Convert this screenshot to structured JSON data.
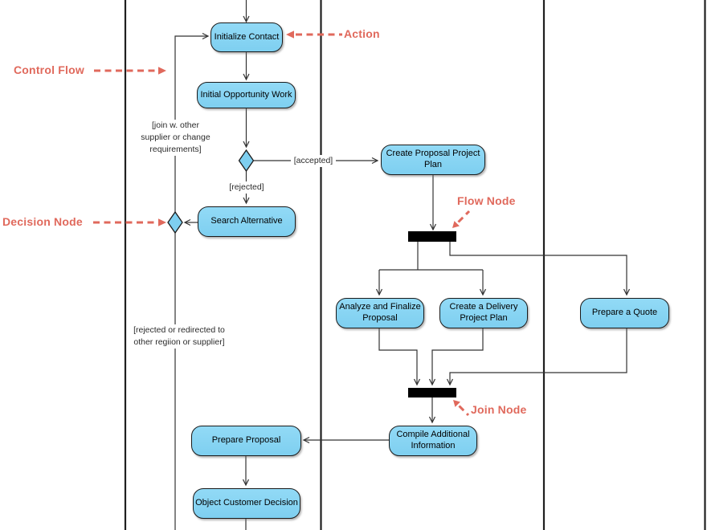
{
  "annotations": {
    "control_flow": "Control Flow",
    "action": "Action",
    "decision_node": "Decision Node",
    "flow_node": "Flow Node",
    "join_node": "Join Node"
  },
  "nodes": {
    "initialize_contact": "Initialize Contact",
    "initial_opportunity_work": "Initial Opportunity Work",
    "search_alternative": "Search Alternative",
    "create_proposal_project_plan": "Create Proposal Project Plan",
    "analyze_and_finalize_proposal": "Analyze and Finalize Proposal",
    "create_a_delivery_project_plan": "Create a Delivery Project Plan",
    "prepare_a_quote": "Prepare a Quote",
    "compile_additional_information": "Compile Additional Information",
    "prepare_proposal": "Prepare Proposal",
    "object_customer_decision": "Object Customer Decision"
  },
  "guards": {
    "accepted": "[accepted]",
    "rejected": "[rejected]",
    "join_w_other": "[join w. other supplier or change requirements]",
    "rejected_or_redirected": "[rejected or redirected to other regiion or supplier]"
  },
  "colors": {
    "node_fill": "#7ECFF0",
    "node_border": "#1a1a1a",
    "flow_line": "#333333",
    "lane_border": "#1f1f1f",
    "bar": "#000000",
    "annotation": "#E0695C"
  }
}
